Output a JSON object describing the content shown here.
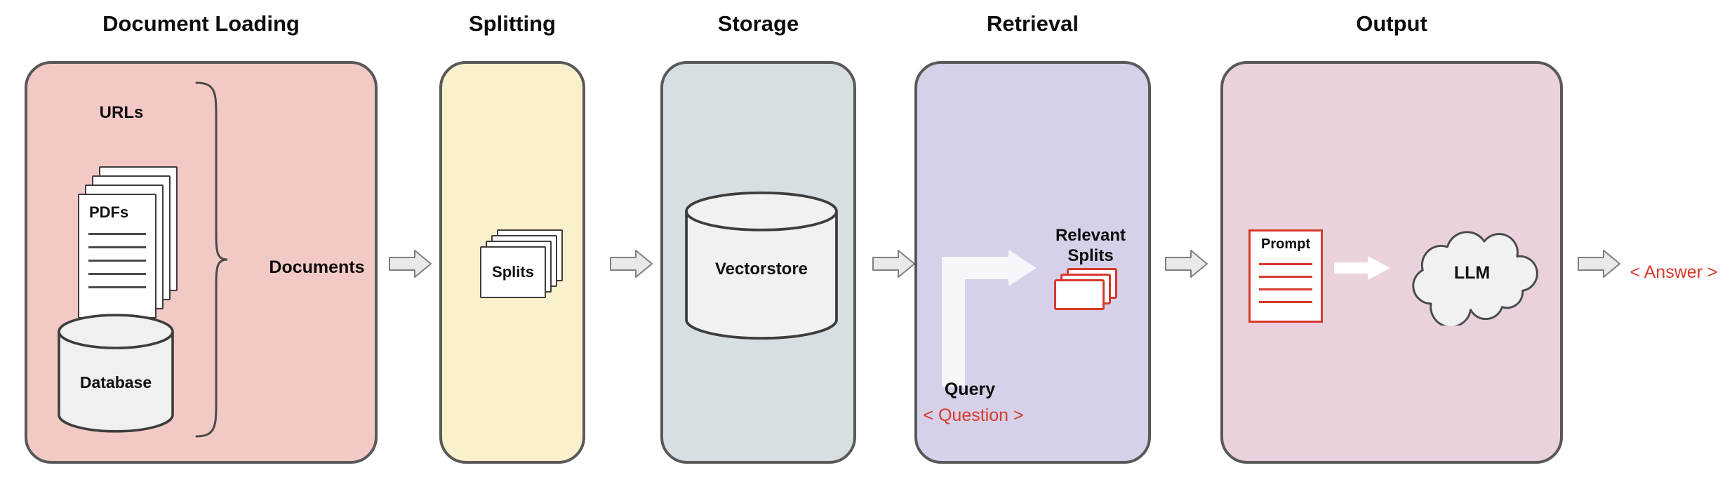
{
  "stages": {
    "loading": {
      "title": "Document Loading",
      "urls_label": "URLs",
      "pdfs_label": "PDFs",
      "database_label": "Database",
      "documents_label": "Documents"
    },
    "splitting": {
      "title": "Splitting",
      "splits_label": "Splits"
    },
    "storage": {
      "title": "Storage",
      "vectorstore_label": "Vectorstore"
    },
    "retrieval": {
      "title": "Retrieval",
      "relevant_splits_label": "Relevant Splits",
      "query_label": "Query",
      "question_text": "< Question >"
    },
    "output": {
      "title": "Output",
      "prompt_label": "Prompt",
      "llm_label": "LLM"
    }
  },
  "answer_text": "< Answer >",
  "colors": {
    "loading_fill": "#f3c9c6",
    "splitting_fill": "#fbf0cc",
    "storage_fill": "#d7dfe2",
    "retrieval_fill": "#d6d1e8",
    "output_fill": "#e9d2dd",
    "box_border": "#595959",
    "accent_red": "#d6392c",
    "arrow_fill": "#e9e9e9",
    "arrow_stroke": "#7f7f7f",
    "shape_fill": "#f0f0f0",
    "shape_stroke": "#3d3d3d"
  }
}
